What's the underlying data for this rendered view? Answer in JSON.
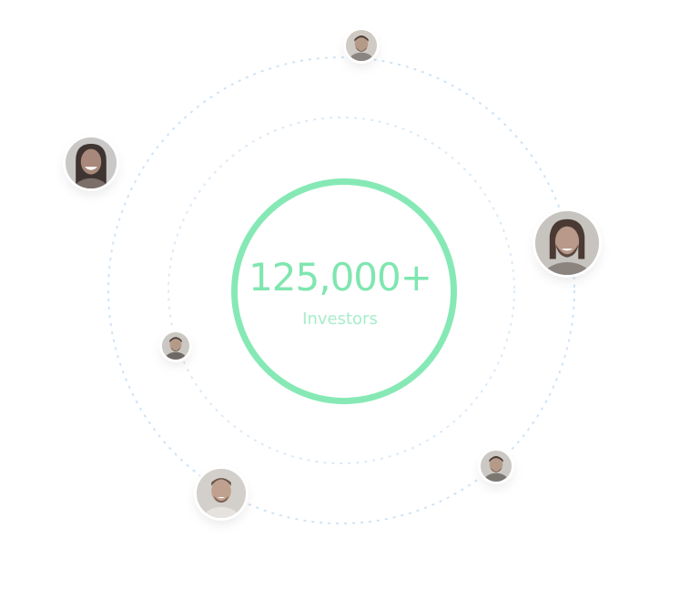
{
  "stats": {
    "count": "125,000+",
    "label": "Investors"
  },
  "colors": {
    "accent_ring": "#86e9b5",
    "count_text": "#7fe6b0",
    "label_text": "#a8eccb",
    "orbit_dash": "#cfe3f5"
  },
  "avatars": [
    {
      "name": "avatar-top"
    },
    {
      "name": "avatar-left-upper"
    },
    {
      "name": "avatar-right"
    },
    {
      "name": "avatar-left-small"
    },
    {
      "name": "avatar-bottom-left"
    },
    {
      "name": "avatar-bottom-right"
    }
  ]
}
